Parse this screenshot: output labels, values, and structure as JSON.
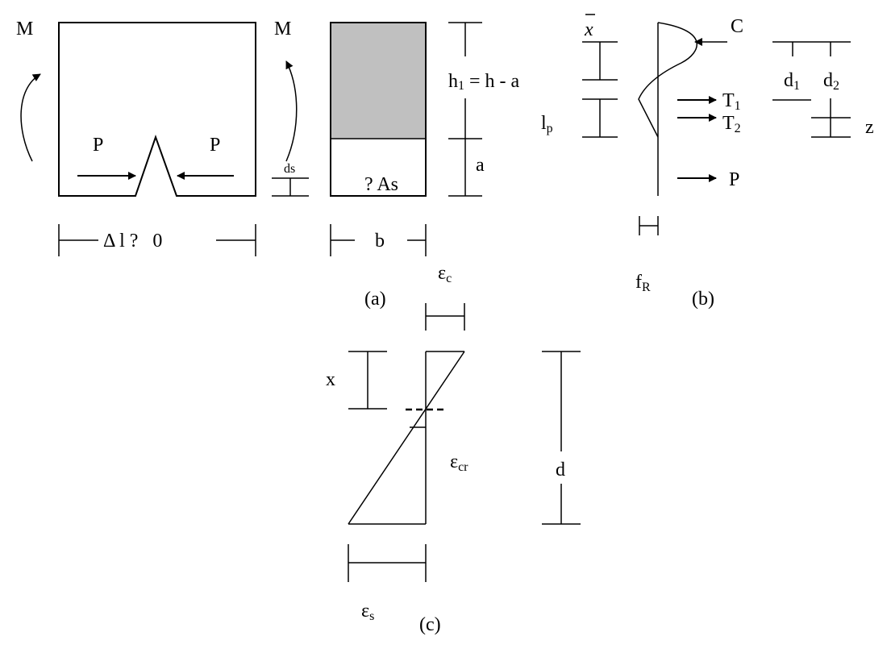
{
  "panel_a": {
    "moment_left": "M",
    "moment_right": "M",
    "force_left": "P",
    "force_right": "P",
    "ds": "ds",
    "length_change": "Δ l ?   0",
    "steel_area": "? As",
    "width": "b",
    "label": "(a)"
  },
  "section": {
    "h1": "h",
    "h1_sub": "1",
    "h1_rest": " = h - a",
    "a": "a"
  },
  "panel_b": {
    "xbar": "x",
    "lp": "l",
    "lp_sub": "p",
    "C": "C",
    "T1": "T",
    "T1_sub": "1",
    "T2": "T",
    "T2_sub": "2",
    "P": "P",
    "d1": "d",
    "d1_sub": "1",
    "d2": "d",
    "d2_sub": "2",
    "z": "z",
    "fR": "f",
    "fR_sub": "R",
    "label": "(b)"
  },
  "panel_c": {
    "eps_c": "ε",
    "eps_c_sub": "c",
    "x": "x",
    "eps_cr": "ε",
    "eps_cr_sub": "cr",
    "d": "d",
    "eps_s": "ε",
    "eps_s_sub": "s",
    "label": "(c)"
  },
  "colors": {
    "compression_zone": "#c0c0c0",
    "line": "#000000"
  }
}
